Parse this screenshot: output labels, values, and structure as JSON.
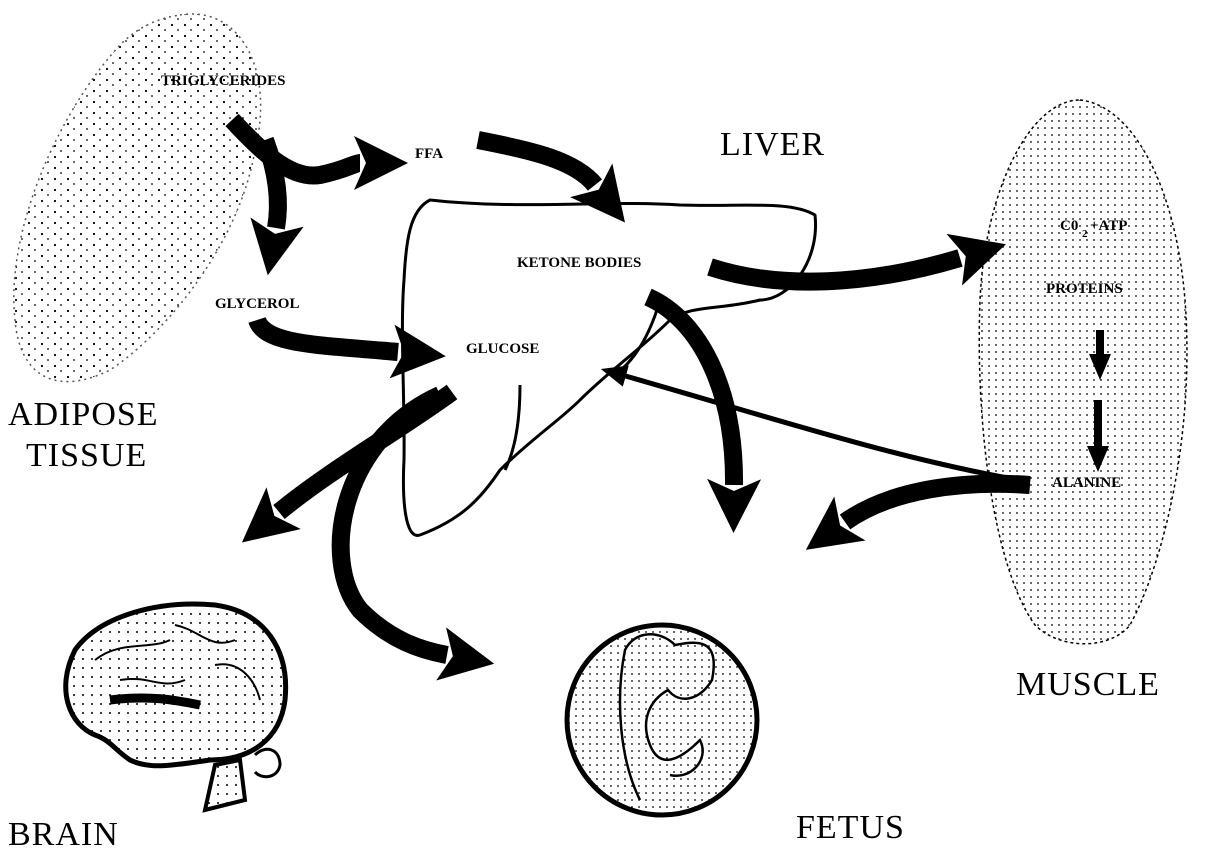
{
  "labels": {
    "adipose_line1": "ADIPOSE",
    "adipose_line2": "TISSUE",
    "liver": "LIVER",
    "muscle": "MUSCLE",
    "brain": "BRAIN",
    "fetus": "FETUS",
    "triglycerides": "TRIGLYCERIDES",
    "ffa": "FFA",
    "glycerol": "GLYCEROL",
    "ketone_bodies": "KETONE BODIES",
    "glucose": "GLUCOSE",
    "co2_atp_main": "C0",
    "co2_atp_sub": "2",
    "co2_atp_rest": " +ATP",
    "proteins": "PROTEINS",
    "alanine": "ALANINE"
  }
}
